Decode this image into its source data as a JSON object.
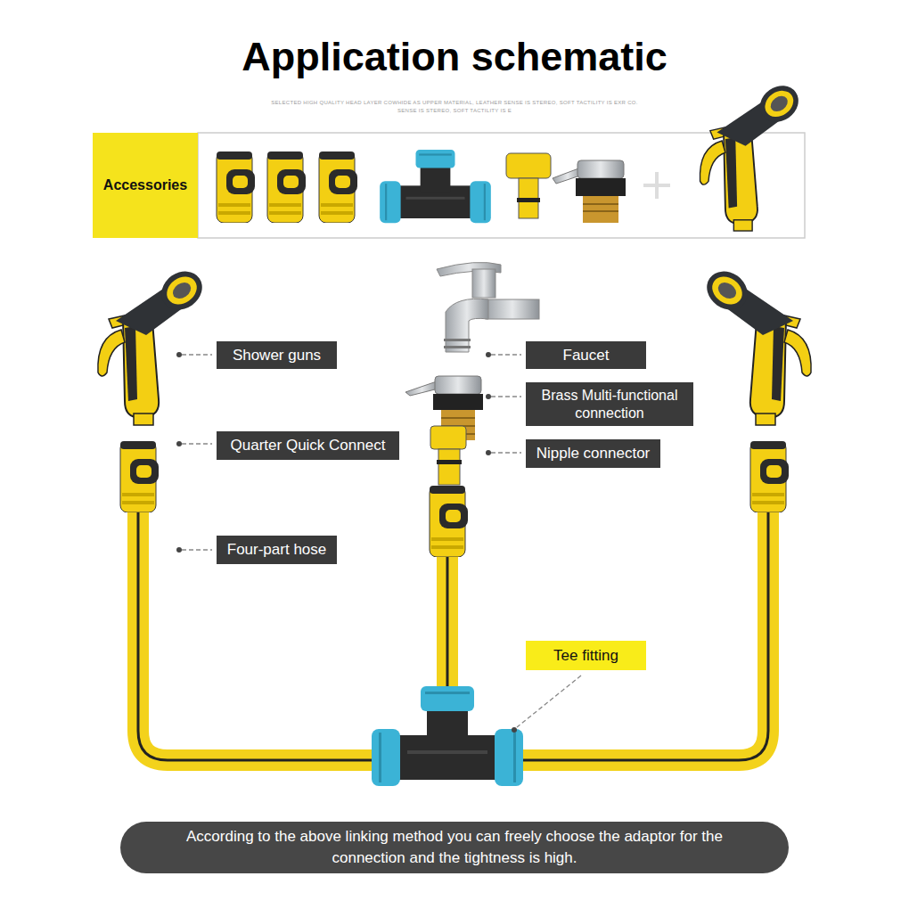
{
  "diagram": {
    "title": "Application schematic",
    "caption": "According to the above linking method you can freely choose the adaptor for the connection and the tightness is high.",
    "nodes": [
      {
        "text": [
          "Accessories"
        ]
      },
      {
        "text": [
          "Shower guns"
        ]
      },
      {
        "text": [
          "Faucet"
        ]
      },
      {
        "text": [
          "Brass Multi-functional connection"
        ]
      },
      {
        "text": [
          "Quarter Quick Connect"
        ]
      },
      {
        "text": [
          "Nipple connector"
        ]
      },
      {
        "text": [
          "Four-part hose"
        ]
      },
      {
        "text": [
          "Tee fitting"
        ]
      }
    ],
    "labels": [
      "SELECTED HIGH QUALITY HEAD LAYER COWHIDE AS UPPER MATERIAL, LEATHER SENSE IS STEREO, SOFT TACTILITY IS EXR CO.",
      "SENSE IS STEREO, SOFT TACTILITY IS E"
    ]
  }
}
